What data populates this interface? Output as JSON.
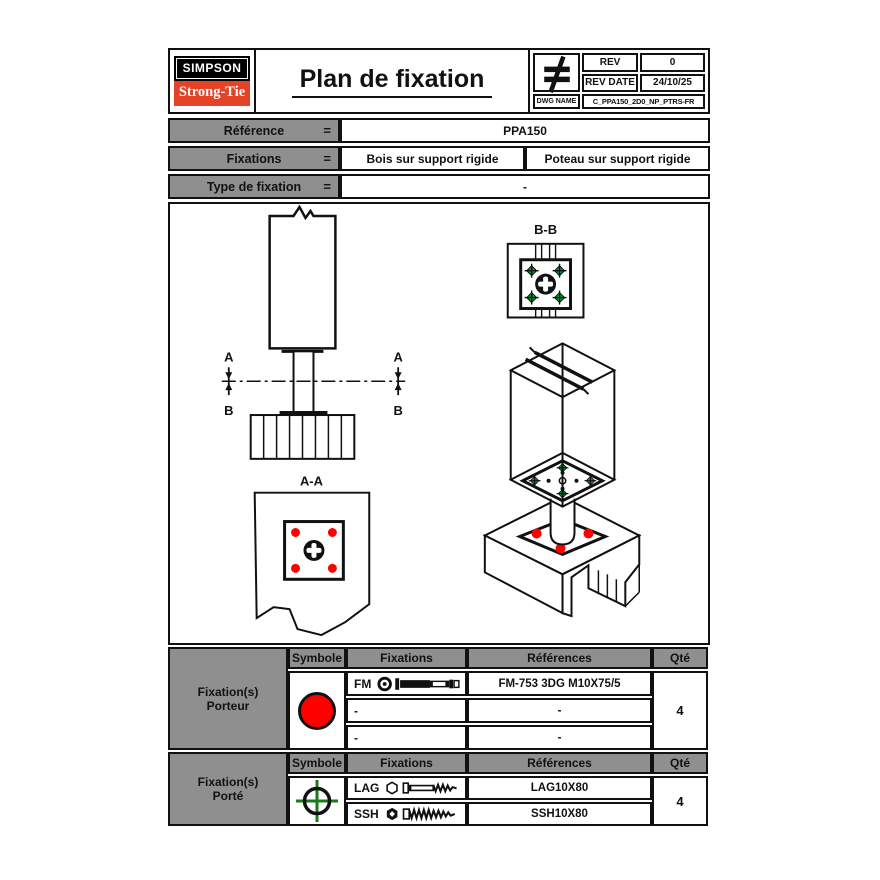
{
  "header": {
    "brand_top": "SIMPSON",
    "brand_bottom": "Strong-Tie",
    "title": "Plan de fixation",
    "rev": {
      "label": "REV",
      "value": "0"
    },
    "rev_date": {
      "label": "REV DATE",
      "value": "24/10/25"
    },
    "dwg": {
      "label": "DWG NAME",
      "value": "C_PPA150_2D0_NP_PTRS-FR"
    }
  },
  "info": {
    "reference": {
      "label": "Référence",
      "eq": "=",
      "value": "PPA150"
    },
    "fixations": {
      "label": "Fixations",
      "eq": "=",
      "value_left": "Bois sur support rigide",
      "value_right": "Poteau sur support rigide"
    },
    "type": {
      "label": "Type de fixation",
      "eq": "=",
      "value": "-"
    }
  },
  "drawing": {
    "label_aa": "A-A",
    "label_bb": "B-B",
    "label_a": "A",
    "label_b": "B"
  },
  "porteur": {
    "group_line1": "Fixation(s)",
    "group_line2": "Porteur",
    "headers": {
      "symbole": "Symbole",
      "fixations": "Fixations",
      "references": "Références",
      "qte": "Qté"
    },
    "rows": [
      {
        "code": "FM",
        "reference": "FM-753 3DG M10X75/5"
      },
      {
        "code": "-",
        "reference": "-"
      },
      {
        "code": "-",
        "reference": "-"
      }
    ],
    "qty": "4"
  },
  "porte": {
    "group_line1": "Fixation(s)",
    "group_line2": "Porté",
    "headers": {
      "symbole": "Symbole",
      "fixations": "Fixations",
      "references": "Références",
      "qte": "Qté"
    },
    "rows": [
      {
        "code": "LAG",
        "reference": "LAG10X80"
      },
      {
        "code": "SSH",
        "reference": "SSH10X80"
      }
    ],
    "qty": "4"
  },
  "colors": {
    "accent_red": "#ff0000",
    "marker_green": "#00a12e",
    "crosshair_green": "#1b7a1b",
    "brand_red": "#e44328",
    "cell_gray": "#8f8f8f",
    "line": "#111111"
  }
}
